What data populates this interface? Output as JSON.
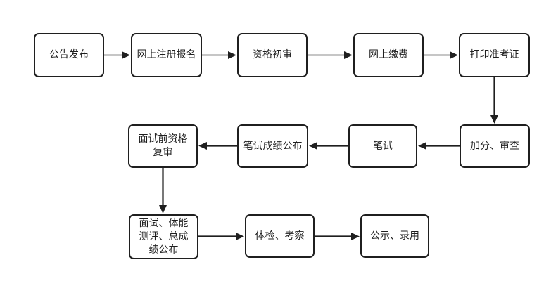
{
  "page": {
    "background_color": "#ffffff",
    "line_color": "#1f1f1f",
    "node_fill": "#ffffff",
    "node_border_color": "#1f1f1f"
  },
  "flowchart": {
    "type": "flowchart",
    "direction": "boustrophedon (row1 left-to-right, row2 right-to-left, row3 left-to-right)",
    "nodes": [
      {
        "id": "announcement-published",
        "label": "公告发布"
      },
      {
        "id": "online-registration",
        "label": "网上注册报名"
      },
      {
        "id": "preliminary-qualification",
        "label": "资格初审"
      },
      {
        "id": "online-payment",
        "label": "网上缴费"
      },
      {
        "id": "print-admission-ticket",
        "label": "打印准考证"
      },
      {
        "id": "bonus-points-review",
        "label": "加分、审查"
      },
      {
        "id": "written-exam",
        "label": "笔试"
      },
      {
        "id": "written-exam-results",
        "label": "笔试成绩公布"
      },
      {
        "id": "pre-interview-requalification",
        "label": "面试前资格复审"
      },
      {
        "id": "interview-physical-total-results",
        "label": "面试、体能测评、总成绩公布"
      },
      {
        "id": "medical-check-inspection",
        "label": "体检、考察"
      },
      {
        "id": "publicity-employment",
        "label": "公示、录用"
      }
    ],
    "edges": [
      {
        "from": "announcement-published",
        "to": "online-registration"
      },
      {
        "from": "online-registration",
        "to": "preliminary-qualification"
      },
      {
        "from": "preliminary-qualification",
        "to": "online-payment"
      },
      {
        "from": "online-payment",
        "to": "print-admission-ticket"
      },
      {
        "from": "print-admission-ticket",
        "to": "bonus-points-review"
      },
      {
        "from": "bonus-points-review",
        "to": "written-exam"
      },
      {
        "from": "written-exam",
        "to": "written-exam-results"
      },
      {
        "from": "written-exam-results",
        "to": "pre-interview-requalification"
      },
      {
        "from": "pre-interview-requalification",
        "to": "interview-physical-total-results"
      },
      {
        "from": "interview-physical-total-results",
        "to": "medical-check-inspection"
      },
      {
        "from": "medical-check-inspection",
        "to": "publicity-employment"
      }
    ]
  }
}
